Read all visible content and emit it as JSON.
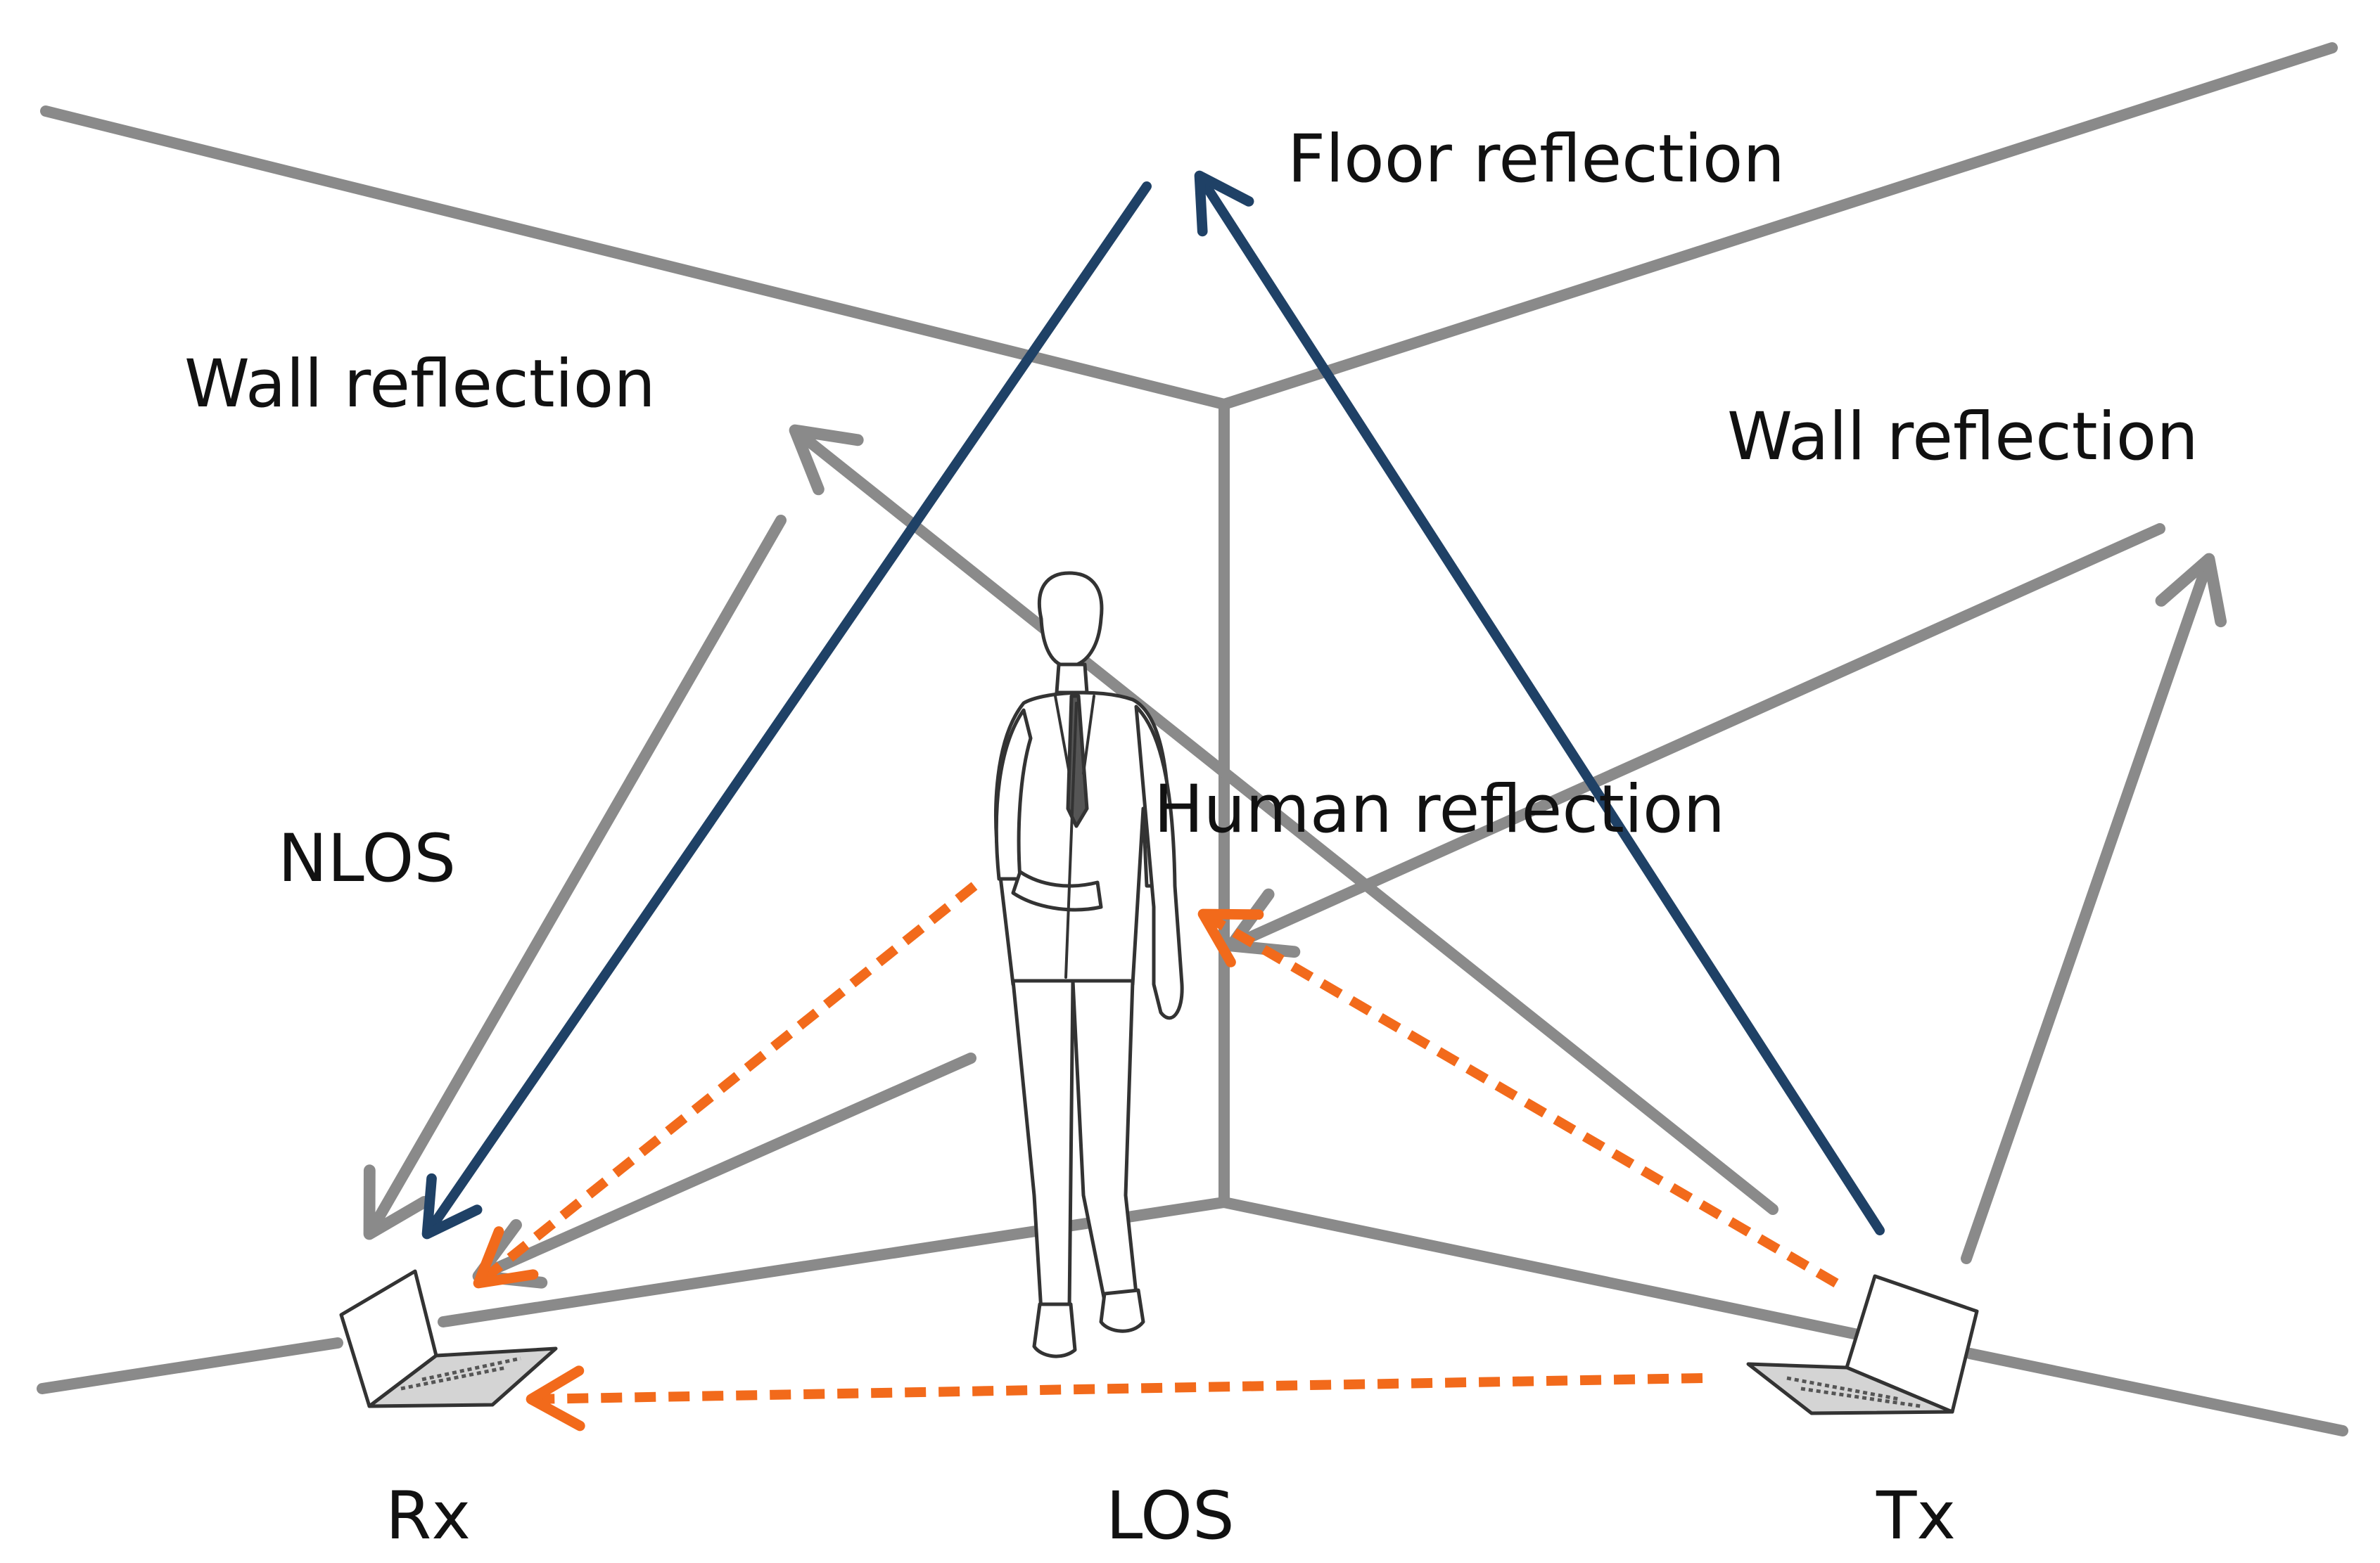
{
  "labels": {
    "floor_reflection": "Floor  reflection",
    "wall_reflection_left": "Wall reflection",
    "wall_reflection_right": "Wall reflection",
    "nlos": "NLOS",
    "human_reflection": "Human reflection",
    "rx": "Rx",
    "los": "LOS",
    "tx": "Tx"
  },
  "colors": {
    "room_lines": "#8a8a8a",
    "floor_path": "#1f4166",
    "human_path": "#f26a1b",
    "sketch": "#333333"
  },
  "icons": {
    "rx_device": "laptop-icon",
    "tx_device": "laptop-icon",
    "person": "person-figure"
  }
}
